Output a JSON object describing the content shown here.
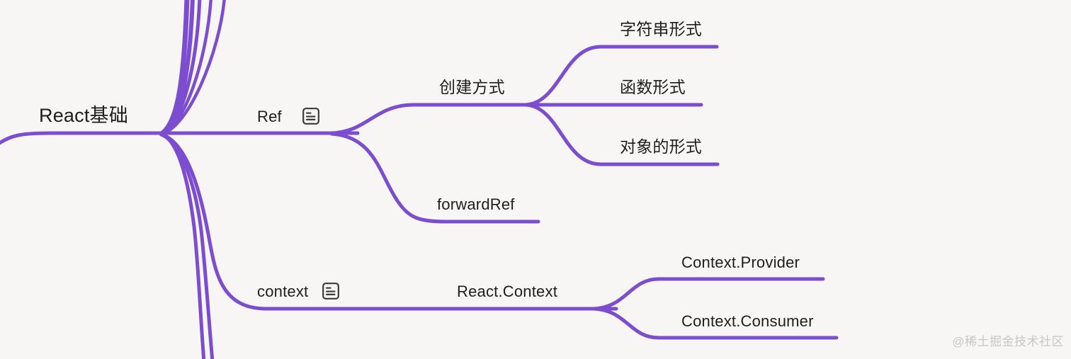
{
  "canvas": {
    "background_color": "#f7f6f5",
    "branch_color": "#7c4dd0",
    "text_color": "#1e1e1e"
  },
  "map": {
    "root": {
      "label": "React基础"
    },
    "branches": {
      "ref": {
        "label": "Ref",
        "note_icon": "note-icon",
        "children": {
          "create_method": {
            "label": "创建方式",
            "children": {
              "string_form": {
                "label": "字符串形式"
              },
              "function_form": {
                "label": "函数形式"
              },
              "object_form": {
                "label": "对象的形式"
              }
            }
          },
          "forward_ref": {
            "label": "forwardRef"
          }
        }
      },
      "context": {
        "label": "context",
        "note_icon": "note-icon",
        "children": {
          "react_context": {
            "label": "React.Context",
            "children": {
              "provider": {
                "label": "Context.Provider"
              },
              "consumer": {
                "label": "Context.Consumer"
              }
            }
          }
        }
      }
    }
  },
  "watermark": {
    "text": "@稀土掘金技术社区"
  }
}
